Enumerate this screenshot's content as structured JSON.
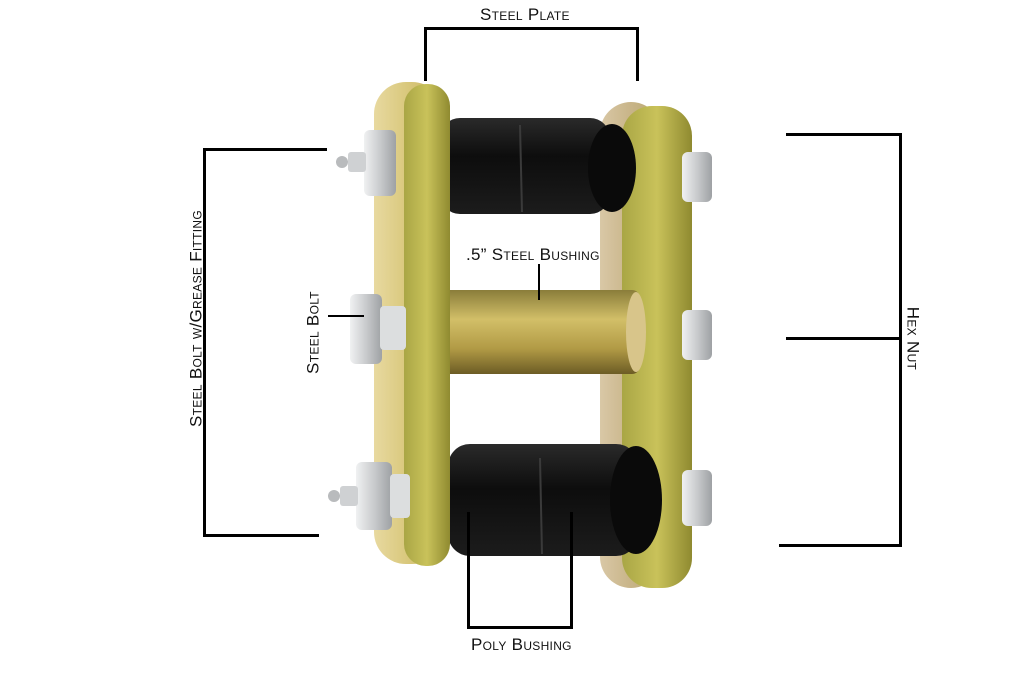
{
  "diagram": {
    "subject": "shackle kit with steel plates, bolts and bushings",
    "labels": {
      "steel_plate": "Steel Plate",
      "steel_bolt_grease": "Steel Bolt w/Grease Fitting",
      "steel_bolt": "Steel Bolt",
      "steel_bushing": ".5” Steel Bushing",
      "hex_nut": "Hex Nut",
      "poly_bushing": "Poly Bushing"
    },
    "colors": {
      "plate": "#c9b44a",
      "plate_edge": "#9d9a3a",
      "bushing_black": "#151515",
      "steel_bushing": "#b8a048",
      "hardware": "#d4d6d8",
      "leader_line": "#000000"
    }
  }
}
